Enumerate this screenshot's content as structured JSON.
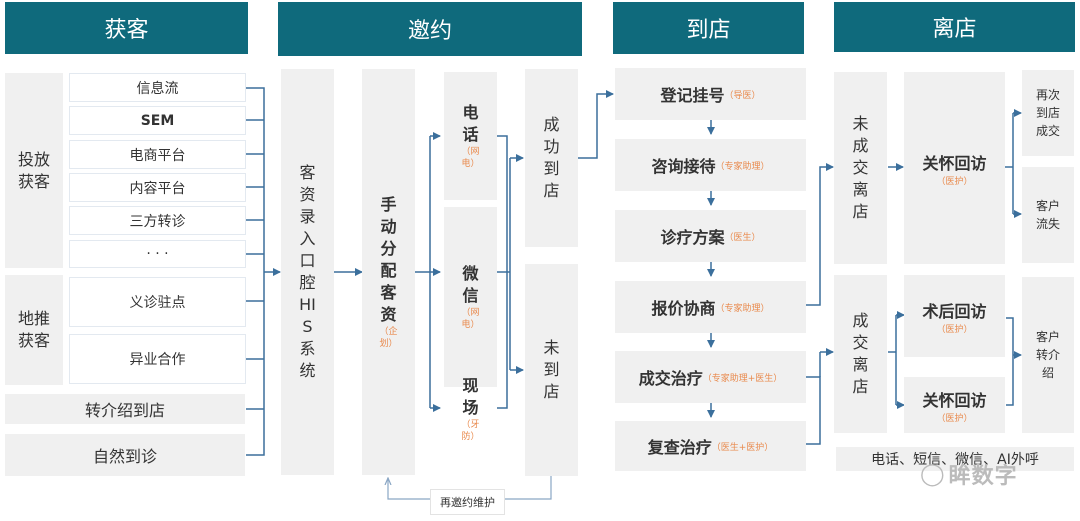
{
  "headers": {
    "acquire": "获客",
    "invite": "邀约",
    "arrive": "到店",
    "leave": "离店"
  },
  "acquire": {
    "paid_group": "投放获客",
    "paid_items": [
      "信息流",
      "SEM",
      "电商平台",
      "内容平台",
      "三方转诊",
      "· · ·"
    ],
    "ground_group": "地推获客",
    "ground_items": [
      "义诊驻点",
      "异业合作"
    ],
    "referral": "转介绍到店",
    "natural": "自然到诊"
  },
  "invite": {
    "his": "客资录入口腔HIS系统",
    "assign": {
      "label": "手动分配客资",
      "role": "（企划）"
    },
    "channels": [
      {
        "label": "电话",
        "role": "（网电）"
      },
      {
        "label": "微信",
        "role": "（网电）"
      },
      {
        "label": "现场",
        "role": "（牙防）"
      }
    ],
    "success": "成功到店",
    "fail": "未到店",
    "reinvite": "再邀约维护"
  },
  "arrive": {
    "steps": [
      {
        "label": "登记挂号",
        "role": "（导医）"
      },
      {
        "label": "咨询接待",
        "role": "（专家助理）"
      },
      {
        "label": "诊疗方案",
        "role": "（医生）"
      },
      {
        "label": "报价协商",
        "role": "（专家助理）"
      },
      {
        "label": "成交治疗",
        "role": "（专家助理+医生）"
      },
      {
        "label": "复查治疗",
        "role": "（医生+医护）"
      }
    ]
  },
  "leave": {
    "no_deal": "未成交离店",
    "deal": "成交离店",
    "care_visit_1": {
      "label": "关怀回访",
      "role": "（医护）"
    },
    "post_op": {
      "label": "术后回访",
      "role": "（医护）"
    },
    "care_visit_2": {
      "label": "关怀回访",
      "role": "（医护）"
    },
    "revisit_deal": "再次到店成交",
    "lost": "客户流失",
    "referral": "客户转介绍",
    "channels": "电话、短信、微信、AI外呼"
  },
  "watermark": "眸数字",
  "colors": {
    "header": "#0f6a7c",
    "line": "#3b6f9c",
    "role": "#e98a4d",
    "box": "#f0f0f0"
  }
}
